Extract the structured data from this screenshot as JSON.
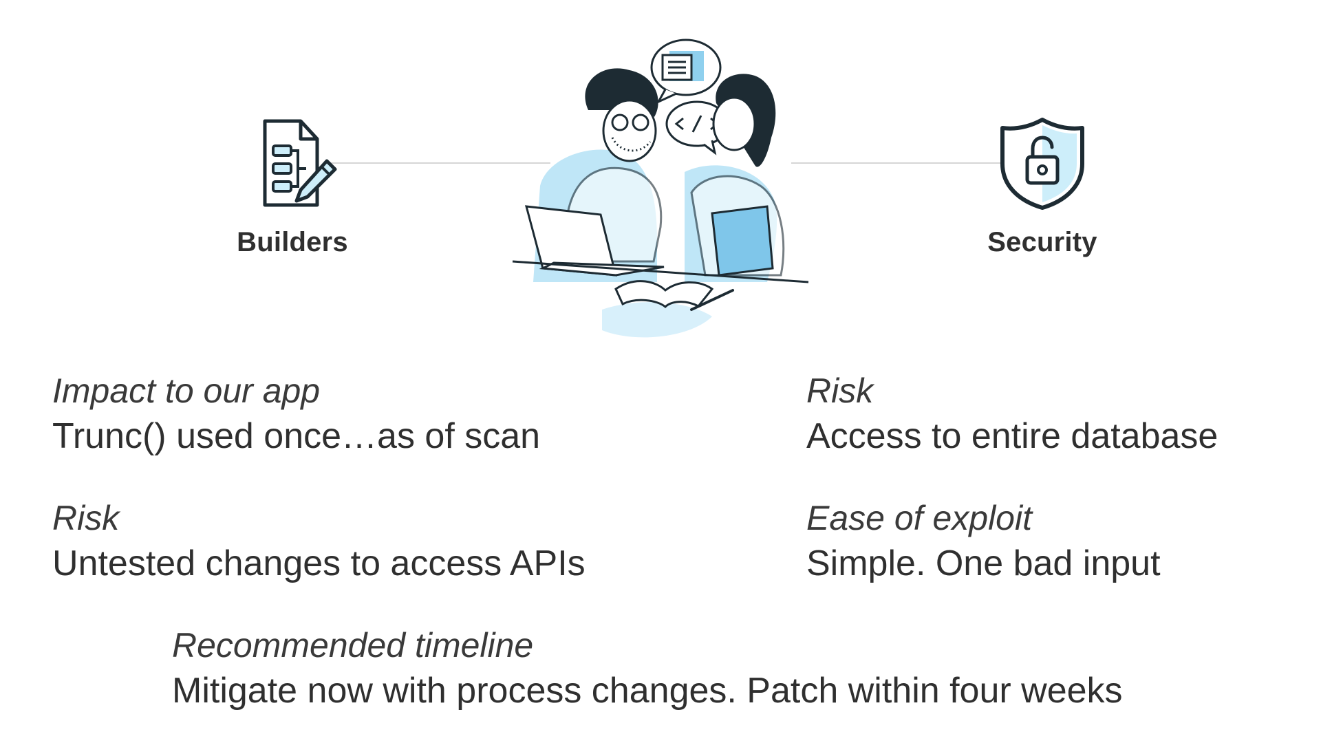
{
  "roles": {
    "builders": {
      "label": "Builders",
      "icon": "flowchart-document-pencil-icon"
    },
    "security": {
      "label": "Security",
      "icon": "shield-lock-icon"
    }
  },
  "illustration": {
    "icon": "developers-collaborating-illustration",
    "accent_color": "#bfe6f7",
    "bubble_icons": [
      "document-icon",
      "code-icon"
    ]
  },
  "fields": {
    "impact": {
      "label": "Impact to our app",
      "value": "Trunc() used once…as of scan"
    },
    "risk_left": {
      "label": "Risk",
      "value": "Untested changes to access APIs"
    },
    "risk_right": {
      "label": "Risk",
      "value": "Access to entire database"
    },
    "ease": {
      "label": "Ease of exploit",
      "value": "Simple. One bad input"
    },
    "timeline": {
      "label": "Recommended timeline",
      "value": "Mitigate now with process changes. Patch within four weeks"
    }
  },
  "colors": {
    "text": "#2f2f2f",
    "icon_stroke": "#1d2b33",
    "icon_fill": "#cdeefa",
    "connector": "#d6d6d6"
  }
}
